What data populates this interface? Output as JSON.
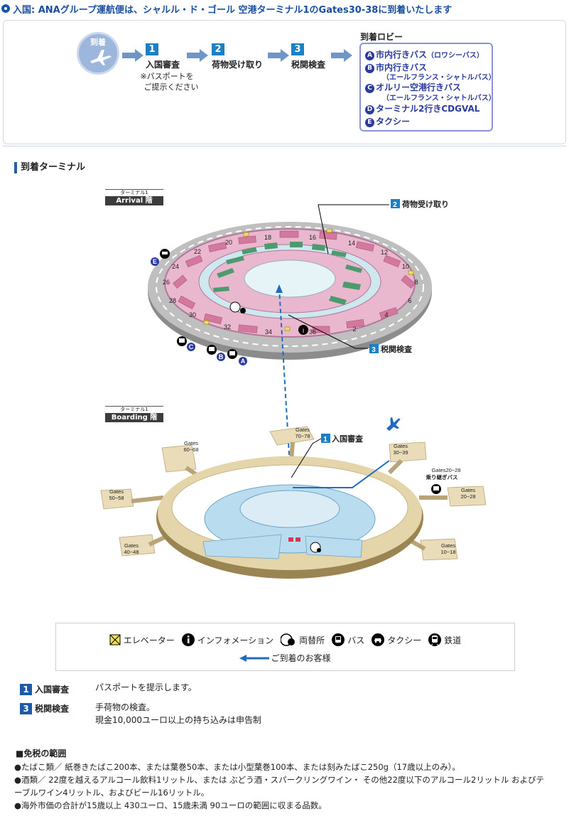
{
  "header": {
    "title": "入国: ANAグループ運航便は、シャルル・ド・ゴール 空港ターミナル1のGates30-38に到着いたします"
  },
  "flow": {
    "arrival_label": "到着",
    "steps": [
      {
        "num": "1",
        "label": "入国審査"
      },
      {
        "num": "2",
        "label": "荷物受け取り"
      },
      {
        "num": "3",
        "label": "税関検査"
      }
    ],
    "passport_note_line1": "※パスポートを",
    "passport_note_line2": "ご提示ください"
  },
  "lobby": {
    "title": "到着ロビー",
    "items": [
      {
        "letter": "A",
        "label": "市内行きバス",
        "sub": "（ロワシーバス）"
      },
      {
        "letter": "B",
        "label": "市内行きバス",
        "sub": "（エールフランス・シャトルバス）"
      },
      {
        "letter": "C",
        "label": "オルリー空港行きバス",
        "sub": "（エールフランス・シャトルバス）"
      },
      {
        "letter": "D",
        "label": "ターミナル2行きCDGVAL",
        "sub": ""
      },
      {
        "letter": "E",
        "label": "タクシー",
        "sub": ""
      }
    ]
  },
  "section_title": "到着ターミナル",
  "arrival_floor": {
    "terminal": "ターミナル1",
    "floor": "Arrival 階"
  },
  "boarding_floor": {
    "terminal": "ターミナル1",
    "floor": "Boarding 階"
  },
  "arrival_map": {
    "baggage_callout_num": "2",
    "baggage_callout": "荷物受け取り",
    "customs_callout_num": "3",
    "customs_callout": "税関検査",
    "gate_numbers": [
      "2",
      "4",
      "6",
      "8",
      "10",
      "12",
      "14",
      "16",
      "18",
      "20",
      "22",
      "24",
      "26",
      "28",
      "30",
      "32",
      "34",
      "36"
    ],
    "transport_letters": [
      "A",
      "B",
      "C",
      "E"
    ]
  },
  "boarding_map": {
    "immigration_num": "1",
    "immigration_callout": "入国審査",
    "gates": [
      {
        "label": "Gates",
        "range": "70−78"
      },
      {
        "label": "Gates",
        "range": "30−39"
      },
      {
        "label": "Gates",
        "range": "60−68"
      },
      {
        "label": "Gates",
        "range": "50−58"
      },
      {
        "label": "Gates",
        "range": "40−48"
      },
      {
        "label": "Gates",
        "range": "20−28"
      },
      {
        "label": "Gates",
        "range": "10−18"
      }
    ],
    "shuttle_line1": "Gates20−28",
    "shuttle_line2": "乗り継ぎバス"
  },
  "legend": {
    "elevator": "エレベーター",
    "information": "インフォメーション",
    "exchange": "両替所",
    "bus": "バス",
    "taxi": "タクシー",
    "rail": "鉄道",
    "route": "ご到着のお客様"
  },
  "explanations": [
    {
      "num": "1",
      "label": "入国審査",
      "lines": [
        "パスポートを提示します。"
      ]
    },
    {
      "num": "3",
      "label": "税関検査",
      "lines": [
        "手荷物の検査。",
        "現金10,000ユーロ以上の持ち込みは申告制"
      ]
    }
  ],
  "dutyfree": {
    "title": "■免税の範囲",
    "lines": [
      "●たばこ類／ 紙巻きたばこ200本、または葉巻50本、または小型葉巻100本、または刻みたばこ250g（17歳以上のみ）。",
      "●酒類／ 22度を越えるアルコール飲料1リットル、または ぶどう酒・スパークリングワイン・ その他22度以下のアルコール2リットル およびテ",
      "ーブルワイン4リットル、およびビール16リットル。",
      "●海外市価の合計が15歳以上 430ユーロ、15歳未満 90ユーロの範囲に収まる品数。"
    ]
  },
  "colors": {
    "accent_blue": "#1d7fc4",
    "navy": "#2a3b9c",
    "arrival_ring": "#e6a9c6",
    "baggage_belt": "#4d9a6e",
    "boarding_ring": "#d9c59a"
  }
}
